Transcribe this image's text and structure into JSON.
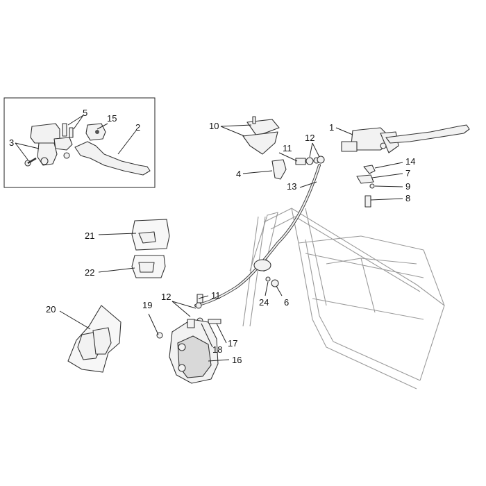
{
  "diagram": {
    "callouts": {
      "c1": "1",
      "c2": "2",
      "c3": "3",
      "c4": "4",
      "c5": "5",
      "c6": "6",
      "c7": "7",
      "c8": "8",
      "c9": "9",
      "c10": "10",
      "c11a": "11",
      "c11b": "11",
      "c12a": "12",
      "c12b": "12",
      "c13": "13",
      "c14": "14",
      "c15": "15",
      "c16": "16",
      "c17": "17",
      "c18": "18",
      "c19": "19",
      "c20": "20",
      "c21": "21",
      "c22": "22",
      "c24": "24"
    }
  }
}
